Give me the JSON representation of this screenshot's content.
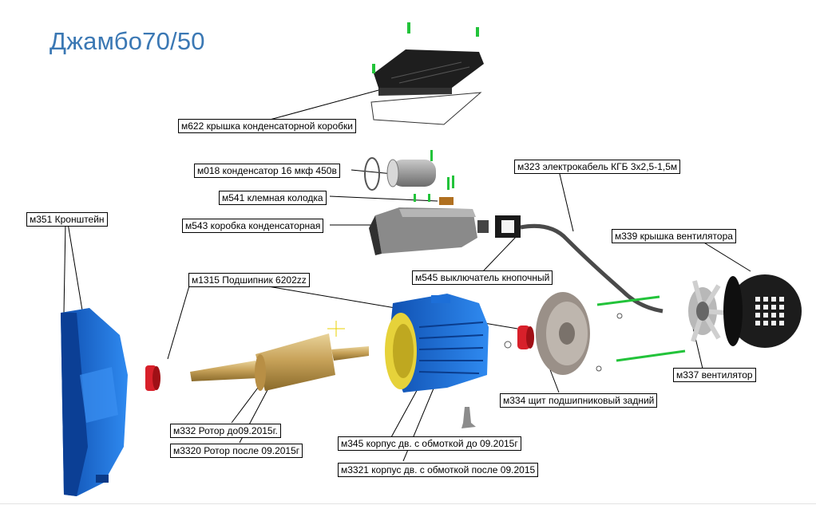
{
  "title": "Джамбо70/50",
  "labels": {
    "cap_cover": "м622 крышка конденсаторной коробки",
    "capacitor": "м018 конденсатор 16 мкф 450в",
    "terminal_block": "м541 клемная колодка",
    "cap_box": "м543 коробка конденсаторная",
    "cable": "м323 электрокабель КГБ 3х2,5-1,5м",
    "bracket": "м351 Кронштейн",
    "fan_cover": "м339 крышка вентилятора",
    "switch": "м545 выключатель кнопочный",
    "bearing": "м1315 Подшипник 6202zz",
    "rear_shield": "м334 щит подшипниковый задний",
    "fan": "м337 вентилятор",
    "rotor_old": "м332 Ротор до09.2015г.",
    "rotor_new": "м3320 Ротор после 09.2015г",
    "housing_old": "м345 корпус дв. с обмоткой до 09.2015г",
    "housing_new": "м3321 корпус дв. с обмоткой после 09.2015"
  },
  "colors": {
    "title": "#3b78b4",
    "motor_blue": "#1a6fd8",
    "brass": "#c8a35a",
    "rubber_red": "#d8202a",
    "gray_part": "#8c8c8c",
    "screw_green": "#22c33a"
  }
}
